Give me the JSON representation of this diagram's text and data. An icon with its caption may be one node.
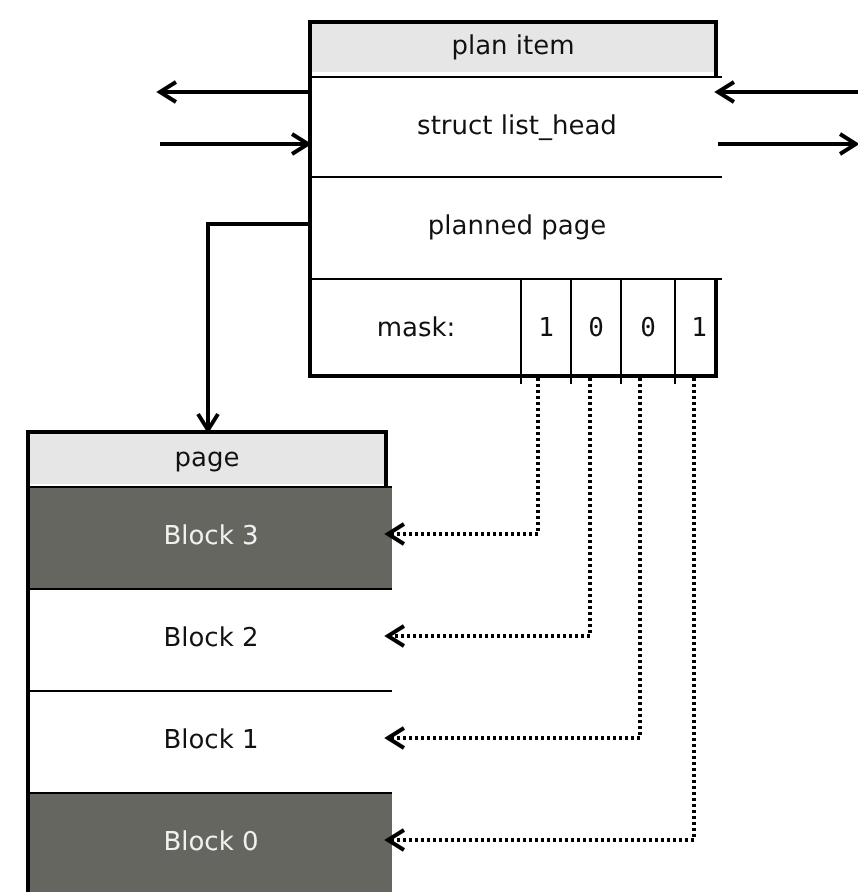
{
  "diagram": {
    "nodes": [
      {
        "text": [
          "plan item"
        ]
      },
      {
        "text": [
          "struct list_head"
        ],
        "in": 0
      },
      {
        "text": [
          "planned page"
        ],
        "in": 0
      },
      {
        "text": [
          "mask:"
        ],
        "in": 0
      },
      {
        "text": [
          "1"
        ],
        "in": 3
      },
      {
        "text": [
          "0"
        ],
        "in": 3
      },
      {
        "text": [
          "0"
        ],
        "in": 3
      },
      {
        "text": [
          "1"
        ],
        "in": 3
      },
      {
        "text": [
          "page"
        ]
      },
      {
        "text": [
          "Block 3"
        ],
        "in": 8
      },
      {
        "text": [
          "Block 2"
        ],
        "in": 8
      },
      {
        "text": [
          "Block 1"
        ],
        "in": 8
      },
      {
        "text": [
          "Block 0"
        ],
        "in": 8
      }
    ],
    "edges": [
      {
        "from": 1,
        "to": null,
        "arrow": "to"
      },
      {
        "from": null,
        "to": 1,
        "arrow": "to"
      },
      {
        "from": null,
        "to": 1,
        "arrow": "to"
      },
      {
        "from": 1,
        "to": null,
        "arrow": "to"
      },
      {
        "from": 2,
        "to": 8,
        "arrow": "to"
      },
      {
        "from": 4,
        "to": 9,
        "arrow": "to",
        "style": "dashed"
      },
      {
        "from": 5,
        "to": 10,
        "arrow": "to",
        "style": "dashed"
      },
      {
        "from": 6,
        "to": 11,
        "arrow": "to",
        "style": "dashed"
      },
      {
        "from": 7,
        "to": 12,
        "arrow": "to",
        "style": "dashed"
      }
    ]
  }
}
